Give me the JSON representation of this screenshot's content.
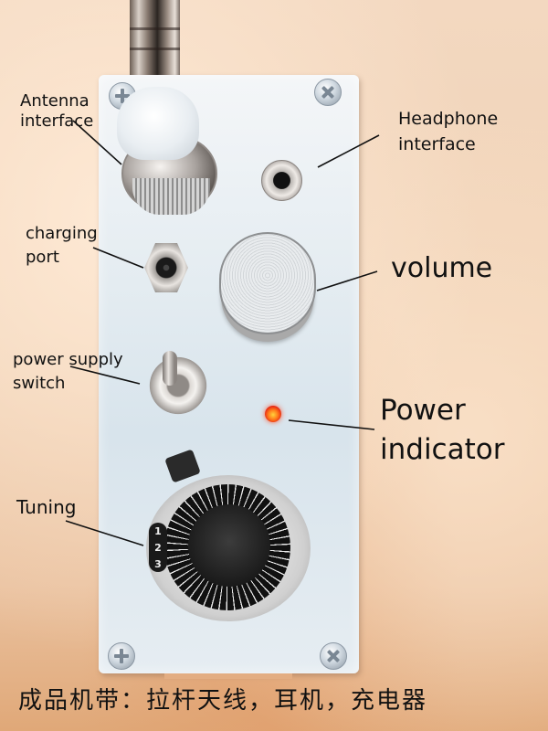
{
  "photo": {
    "subject": "radio receiver front panel",
    "colors": {
      "background": "#f0d2b6",
      "panel": "#e4ecf1",
      "led": "#e21a12",
      "label_text": "#111111"
    }
  },
  "labels": {
    "antenna": {
      "line1": "Antenna",
      "line2": "interface"
    },
    "headphone": {
      "line1": "Headphone",
      "line2": "interface"
    },
    "charging": {
      "line1": "charging",
      "line2": "port"
    },
    "volume": {
      "line1": "volume"
    },
    "power_switch": {
      "line1": "power supply",
      "line2": "switch"
    },
    "power_indicator": {
      "line1": "Power",
      "line2": "indicator"
    },
    "tuning": {
      "line1": "Tuning"
    }
  },
  "dial": {
    "turn_numbers": [
      "1",
      "2",
      "3"
    ]
  },
  "caption": "成品机带：拉杆天线，耳机，充电器"
}
